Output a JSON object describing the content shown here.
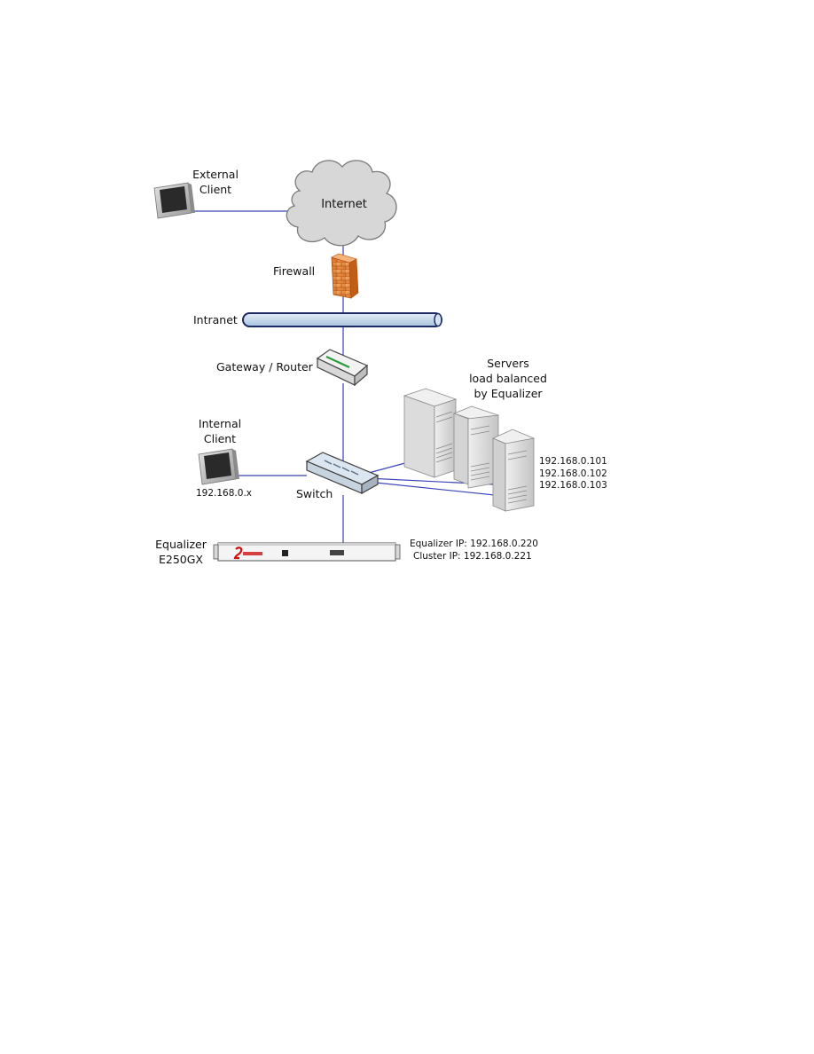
{
  "colors": {
    "link_line": "#3b43b8",
    "intranet_fill": "#c9dced",
    "intranet_stroke": "#1d2a66",
    "firewall_brick": "#e88a3a",
    "server_gray": "#d9d9d9",
    "cloud_gray": "#d7d7d7",
    "device_red": "#cc1111"
  },
  "nodes": {
    "external_client": {
      "label_line1": "External",
      "label_line2": "Client",
      "icon": "monitor-icon"
    },
    "internet": {
      "label": "Internet",
      "icon": "cloud-icon"
    },
    "firewall": {
      "label": "Firewall",
      "icon": "firewall-icon"
    },
    "intranet": {
      "label": "Intranet",
      "icon": "network-bus-icon"
    },
    "gateway": {
      "label": "Gateway / Router",
      "icon": "router-icon"
    },
    "servers": {
      "label_line1": "Servers",
      "label_line2": "load balanced",
      "label_line3": "by Equalizer",
      "ips": [
        "192.168.0.101",
        "192.168.0.102",
        "192.168.0.103"
      ],
      "icon": "server-tower-icon"
    },
    "internal_client": {
      "label_line1": "Internal",
      "label_line2": "Client",
      "ip": "192.168.0.x",
      "icon": "monitor-icon"
    },
    "switch": {
      "label": "Switch",
      "icon": "switch-icon"
    },
    "equalizer": {
      "label_line1": "Equalizer",
      "label_line2": "E250GX",
      "equalizer_ip": "Equalizer IP: 192.168.0.220",
      "cluster_ip": "Cluster IP: 192.168.0.221",
      "icon": "rack-appliance-icon"
    }
  }
}
